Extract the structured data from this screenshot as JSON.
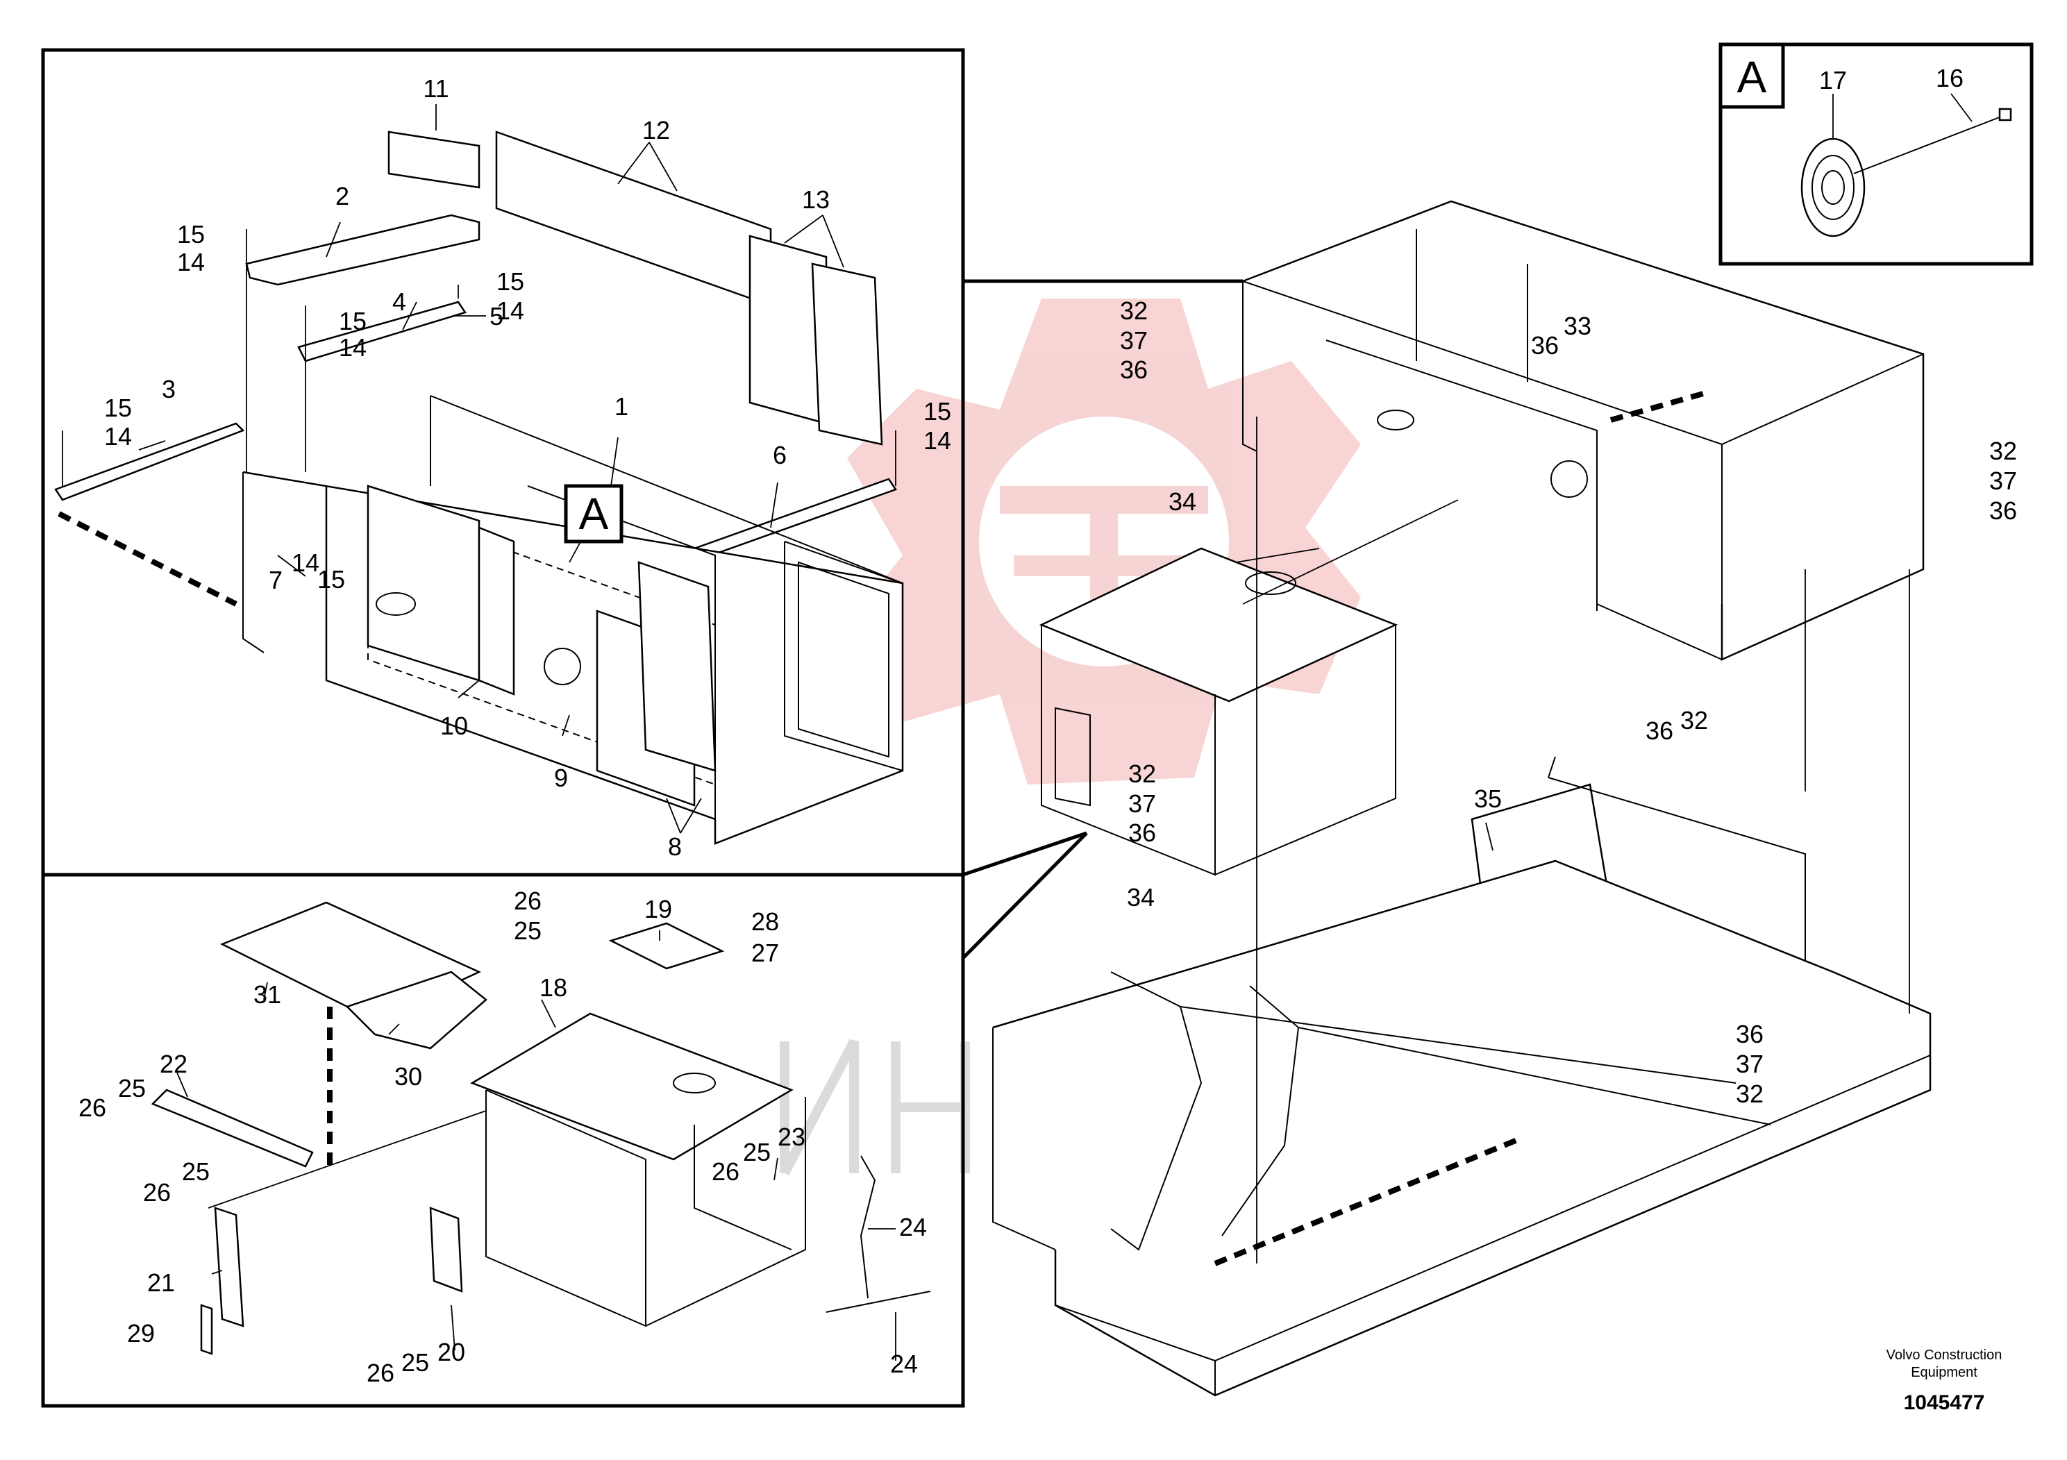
{
  "callouts": {
    "c1": "1",
    "c2": "2",
    "c3": "3",
    "c4": "4",
    "c5": "5",
    "c6": "6",
    "c7": "7",
    "c8": "8",
    "c9": "9",
    "c10": "10",
    "c11": "11",
    "c12": "12",
    "c13": "13",
    "c14": "14",
    "c15": "15",
    "c16": "16",
    "c17": "17",
    "c18": "18",
    "c19": "19",
    "c20": "20",
    "c21": "21",
    "c22": "22",
    "c23": "23",
    "c24": "24",
    "c25": "25",
    "c26": "26",
    "c27": "27",
    "c28": "28",
    "c29": "29",
    "c30": "30",
    "c31": "31",
    "c32": "32",
    "c33": "33",
    "c34": "34",
    "c35": "35",
    "c36": "36",
    "c37": "37"
  },
  "detail_label": "A",
  "inset_label": "A",
  "brand_line1": "Volvo Construction",
  "brand_line2": "Equipment",
  "document_number": "1045477",
  "colors": {
    "watermark": "#f5c6c6",
    "ink": "#000000",
    "background": "#ffffff"
  }
}
